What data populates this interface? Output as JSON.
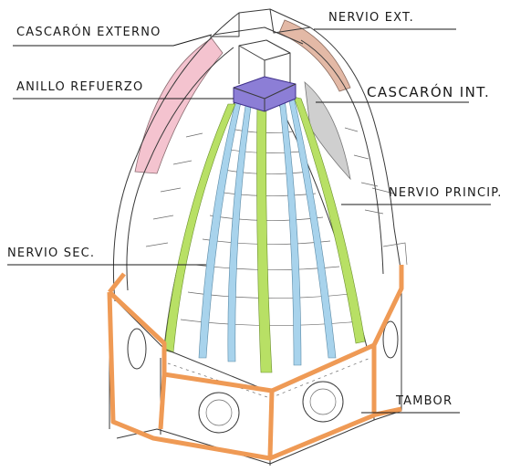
{
  "labels": {
    "cascaron_externo": "CASCARÓN EXTERNO",
    "nervio_ext": "NERVIO EXT.",
    "anillo_refuerzo": "ANILLO REFUERZO",
    "cascaron_int": "CASCARÓN INT.",
    "nervio_princip": "NERVIO PRINCIP.",
    "nervio_sec": "NERVIO SEC.",
    "tambor": "TAMBOR"
  },
  "colors": {
    "cascaron_externo": "#f4c3cf",
    "nervio_ext": "#e3b9a6",
    "anillo_refuerzo": "#8c7ed6",
    "cascaron_int": "#cfcfcf",
    "nervio_princip": "#b8e065",
    "nervio_sec": "#a8d3ec",
    "tambor": "#ef9a55"
  }
}
